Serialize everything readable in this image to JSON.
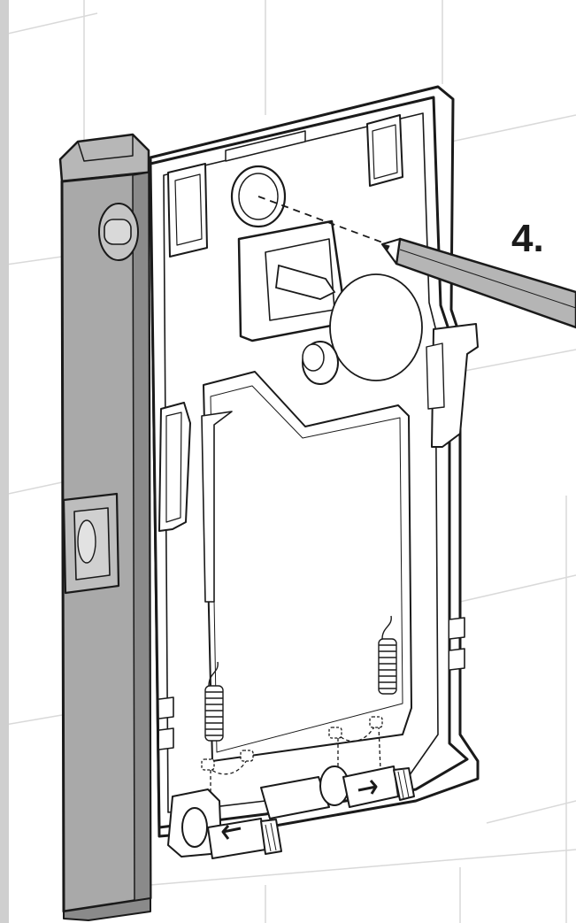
{
  "figure": {
    "step_number": "4."
  },
  "colors": {
    "background": "#ffffff",
    "tile_grout": "#d9d9d9",
    "line_art": "#1a1a1a",
    "level_tool_fill": "#a9a9a9",
    "level_tool_shadow": "#8a8a8a",
    "part_fill": "#ffffff"
  },
  "icons": [
    "spirit-level",
    "pencil",
    "mounting-plate",
    "spring",
    "pipe-fitting",
    "flow-arrow"
  ]
}
